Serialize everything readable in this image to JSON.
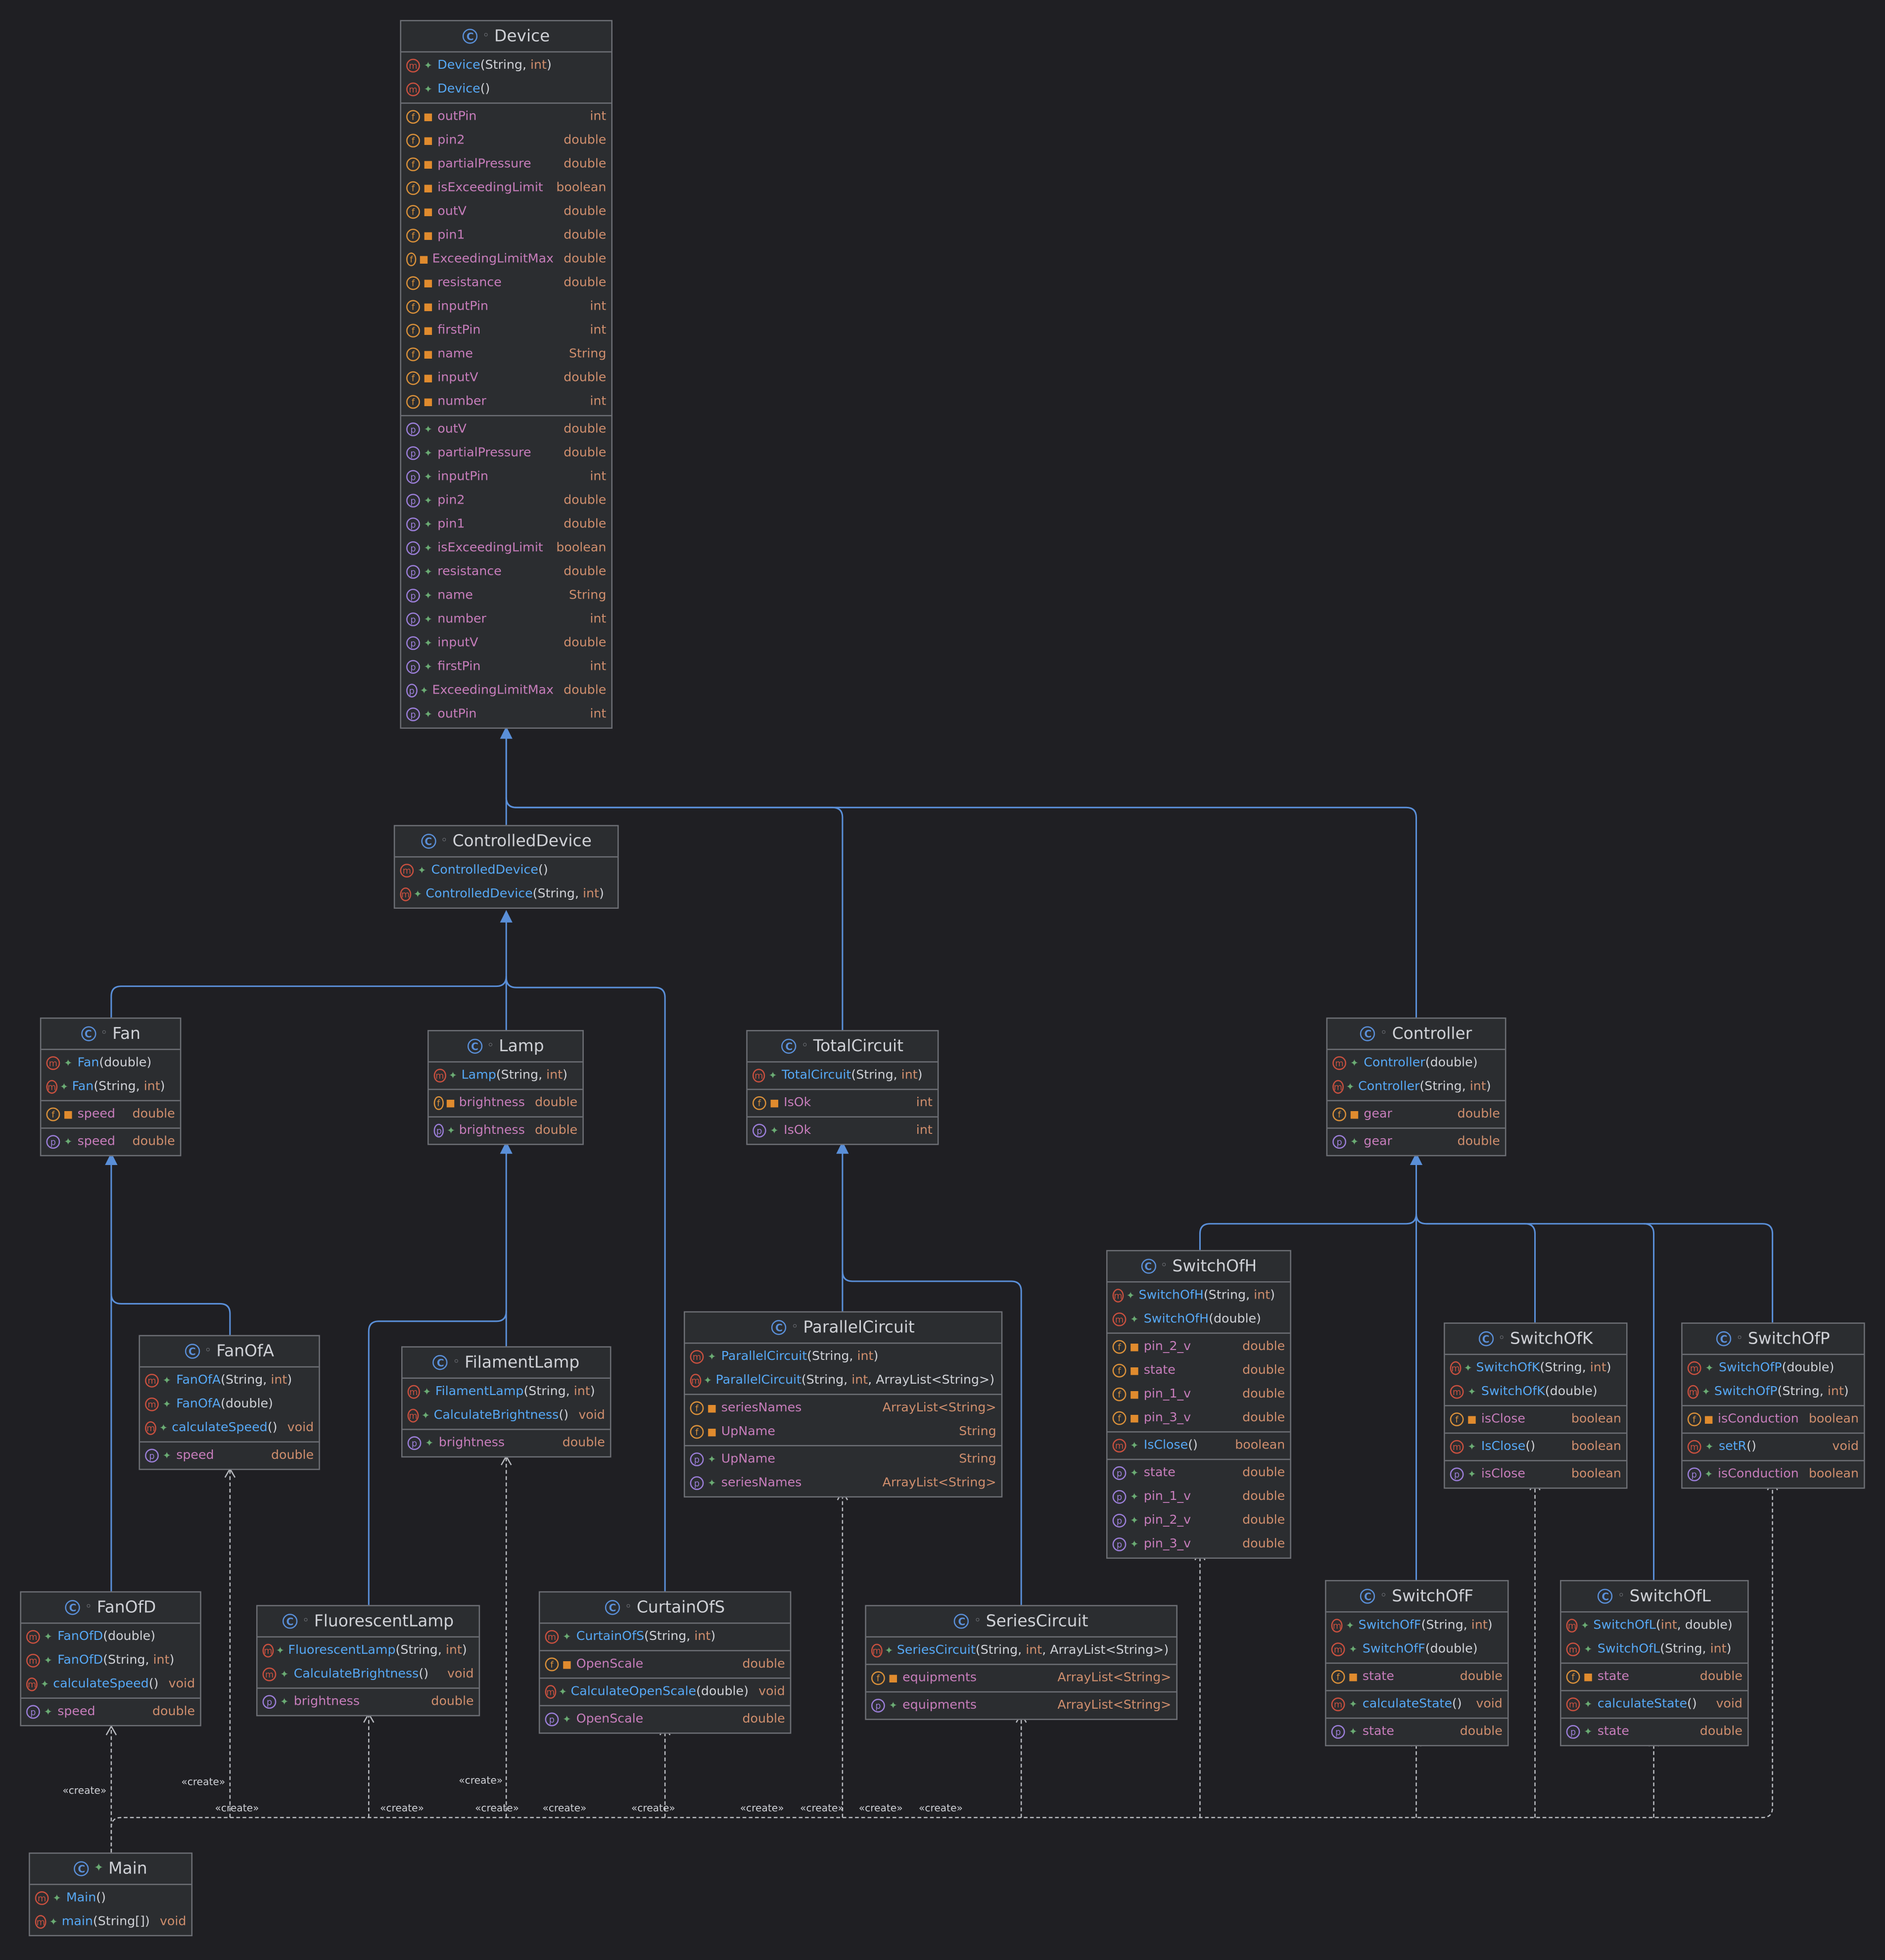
{
  "classes": {
    "Device": {
      "name": "Device",
      "methods": [
        [
          "Device",
          "(String, int)",
          ""
        ],
        [
          "Device",
          "()",
          ""
        ]
      ],
      "fields": [
        [
          "outPin",
          "int"
        ],
        [
          "pin2",
          "double"
        ],
        [
          "partialPressure",
          "double"
        ],
        [
          "isExceedingLimit",
          "boolean"
        ],
        [
          "outV",
          "double"
        ],
        [
          "pin1",
          "double"
        ],
        [
          "ExceedingLimitMax",
          "double"
        ],
        [
          "resistance",
          "double"
        ],
        [
          "inputPin",
          "int"
        ],
        [
          "firstPin",
          "int"
        ],
        [
          "name",
          "String"
        ],
        [
          "inputV",
          "double"
        ],
        [
          "number",
          "int"
        ]
      ],
      "props": [
        [
          "outV",
          "double"
        ],
        [
          "partialPressure",
          "double"
        ],
        [
          "inputPin",
          "int"
        ],
        [
          "pin2",
          "double"
        ],
        [
          "pin1",
          "double"
        ],
        [
          "isExceedingLimit",
          "boolean"
        ],
        [
          "resistance",
          "double"
        ],
        [
          "name",
          "String"
        ],
        [
          "number",
          "int"
        ],
        [
          "inputV",
          "double"
        ],
        [
          "firstPin",
          "int"
        ],
        [
          "ExceedingLimitMax",
          "double"
        ],
        [
          "outPin",
          "int"
        ]
      ]
    },
    "ControlledDevice": {
      "name": "ControlledDevice",
      "methods": [
        [
          "ControlledDevice",
          "()",
          ""
        ],
        [
          "ControlledDevice",
          "(String, int)",
          ""
        ]
      ],
      "fields": [],
      "props": []
    },
    "Fan": {
      "name": "Fan",
      "methods": [
        [
          "Fan",
          "(double)",
          ""
        ],
        [
          "Fan",
          "(String, int)",
          ""
        ]
      ],
      "fields": [
        [
          "speed",
          "double"
        ]
      ],
      "props": [
        [
          "speed",
          "double"
        ]
      ]
    },
    "Lamp": {
      "name": "Lamp",
      "methods": [
        [
          "Lamp",
          "(String, int)",
          ""
        ]
      ],
      "fields": [
        [
          "brightness",
          "double"
        ]
      ],
      "props": [
        [
          "brightness",
          "double"
        ]
      ]
    },
    "TotalCircuit": {
      "name": "TotalCircuit",
      "methods": [
        [
          "TotalCircuit",
          "(String, int)",
          ""
        ]
      ],
      "fields": [
        [
          "IsOk",
          "int"
        ]
      ],
      "props": [
        [
          "IsOk",
          "int"
        ]
      ]
    },
    "Controller": {
      "name": "Controller",
      "methods": [
        [
          "Controller",
          "(double)",
          ""
        ],
        [
          "Controller",
          "(String, int)",
          ""
        ]
      ],
      "fields": [
        [
          "gear",
          "double"
        ]
      ],
      "props": [
        [
          "gear",
          "double"
        ]
      ]
    },
    "FanOfA": {
      "name": "FanOfA",
      "methods": [
        [
          "FanOfA",
          "(String, int)",
          ""
        ],
        [
          "FanOfA",
          "(double)",
          ""
        ],
        [
          "calculateSpeed",
          "()",
          "void"
        ]
      ],
      "fields": [],
      "props": [
        [
          "speed",
          "double"
        ]
      ]
    },
    "FilamentLamp": {
      "name": "FilamentLamp",
      "methods": [
        [
          "FilamentLamp",
          "(String, int)",
          ""
        ],
        [
          "CalculateBrightness",
          "()",
          "void"
        ]
      ],
      "fields": [],
      "props": [
        [
          "brightness",
          "double"
        ]
      ]
    },
    "ParallelCircuit": {
      "name": "ParallelCircuit",
      "methods": [
        [
          "ParallelCircuit",
          "(String, int)",
          ""
        ],
        [
          "ParallelCircuit",
          "(String, int, ArrayList<String>)",
          ""
        ]
      ],
      "fields": [
        [
          "seriesNames",
          "ArrayList<String>"
        ],
        [
          "UpName",
          "String"
        ]
      ],
      "props": [
        [
          "UpName",
          "String"
        ],
        [
          "seriesNames",
          "ArrayList<String>"
        ]
      ]
    },
    "SwitchOfH": {
      "name": "SwitchOfH",
      "methods": [
        [
          "SwitchOfH",
          "(String, int)",
          ""
        ],
        [
          "SwitchOfH",
          "(double)",
          ""
        ]
      ],
      "fields": [
        [
          "pin_2_v",
          "double"
        ],
        [
          "state",
          "double"
        ],
        [
          "pin_1_v",
          "double"
        ],
        [
          "pin_3_v",
          "double"
        ]
      ],
      "methods2": [
        [
          "IsClose",
          "()",
          "boolean"
        ]
      ],
      "props": [
        [
          "state",
          "double"
        ],
        [
          "pin_1_v",
          "double"
        ],
        [
          "pin_2_v",
          "double"
        ],
        [
          "pin_3_v",
          "double"
        ]
      ]
    },
    "SwitchOfK": {
      "name": "SwitchOfK",
      "methods": [
        [
          "SwitchOfK",
          "(String, int)",
          ""
        ],
        [
          "SwitchOfK",
          "(double)",
          ""
        ]
      ],
      "fields": [
        [
          "isClose",
          "boolean"
        ]
      ],
      "methods2": [
        [
          "IsClose",
          "()",
          "boolean"
        ]
      ],
      "props": [
        [
          "isClose",
          "boolean"
        ]
      ]
    },
    "SwitchOfP": {
      "name": "SwitchOfP",
      "methods": [
        [
          "SwitchOfP",
          "(double)",
          ""
        ],
        [
          "SwitchOfP",
          "(String, int)",
          ""
        ]
      ],
      "fields": [
        [
          "isConduction",
          "boolean"
        ]
      ],
      "methods2": [
        [
          "setR",
          "()",
          "void"
        ]
      ],
      "props": [
        [
          "isConduction",
          "boolean"
        ]
      ]
    },
    "FanOfD": {
      "name": "FanOfD",
      "methods": [
        [
          "FanOfD",
          "(double)",
          ""
        ],
        [
          "FanOfD",
          "(String, int)",
          ""
        ],
        [
          "calculateSpeed",
          "()",
          "void"
        ]
      ],
      "fields": [],
      "props": [
        [
          "speed",
          "double"
        ]
      ]
    },
    "FluorescentLamp": {
      "name": "FluorescentLamp",
      "methods": [
        [
          "FluorescentLamp",
          "(String, int)",
          ""
        ],
        [
          "CalculateBrightness",
          "()",
          "void"
        ]
      ],
      "fields": [],
      "props": [
        [
          "brightness",
          "double"
        ]
      ]
    },
    "CurtainOfS": {
      "name": "CurtainOfS",
      "methods": [
        [
          "CurtainOfS",
          "(String, int)",
          ""
        ]
      ],
      "fields": [
        [
          "OpenScale",
          "double"
        ]
      ],
      "methods2": [
        [
          "CalculateOpenScale",
          "(double)",
          "void"
        ]
      ],
      "props": [
        [
          "OpenScale",
          "double"
        ]
      ]
    },
    "SeriesCircuit": {
      "name": "SeriesCircuit",
      "methods": [
        [
          "SeriesCircuit",
          "(String, int, ArrayList<String>)",
          ""
        ]
      ],
      "fields": [
        [
          "equipments",
          "ArrayList<String>"
        ]
      ],
      "props": [
        [
          "equipments",
          "ArrayList<String>"
        ]
      ]
    },
    "SwitchOfF": {
      "name": "SwitchOfF",
      "methods": [
        [
          "SwitchOfF",
          "(String, int)",
          ""
        ],
        [
          "SwitchOfF",
          "(double)",
          ""
        ]
      ],
      "fields": [
        [
          "state",
          "double"
        ]
      ],
      "methods2": [
        [
          "calculateState",
          "()",
          "void"
        ]
      ],
      "props": [
        [
          "state",
          "double"
        ]
      ]
    },
    "SwitchOfL": {
      "name": "SwitchOfL",
      "methods": [
        [
          "SwitchOfL",
          "(int, double)",
          ""
        ],
        [
          "SwitchOfL",
          "(String, int)",
          ""
        ]
      ],
      "fields": [
        [
          "state",
          "double"
        ]
      ],
      "methods2": [
        [
          "calculateState",
          "()",
          "void"
        ]
      ],
      "props": [
        [
          "state",
          "double"
        ]
      ]
    },
    "Main": {
      "name": "Main",
      "methods": [
        [
          "Main",
          "()",
          ""
        ],
        [
          "main",
          "(String[])",
          "void"
        ]
      ],
      "fields": [],
      "props": []
    }
  },
  "create_label": "«create»",
  "colors": {
    "inherit": "#5a8fd8",
    "dependency": "#b9bbc0",
    "background": "#1f1f23"
  }
}
